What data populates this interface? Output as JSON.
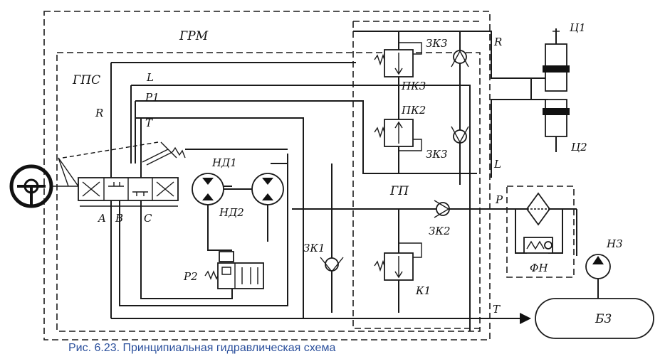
{
  "labels": {
    "grm": "ГРМ",
    "gps": "ГПС",
    "gp": "ГП",
    "R_left": "R",
    "L_top": "L",
    "P1": "P1",
    "T_top": "T",
    "A": "A",
    "B": "B",
    "C": "C",
    "nd1": "НД1",
    "nd2": "НД2",
    "r2": "P2",
    "zk1": "ЗК1",
    "zk2": "ЗК2",
    "zk3_top": "ЗК3",
    "zk3_bot": "ЗК3",
    "pk3": "ПК3",
    "pk2": "ПК2",
    "k1": "К1",
    "R_right": "R",
    "L_right": "L",
    "P_right": "P",
    "T_right": "T",
    "c1": "Ц1",
    "c2": "Ц2",
    "fn": "ФН",
    "n3": "Н3",
    "b3": "Б3"
  },
  "caption": "Рис. 6.23. Принципиальная гидравлическая схема"
}
